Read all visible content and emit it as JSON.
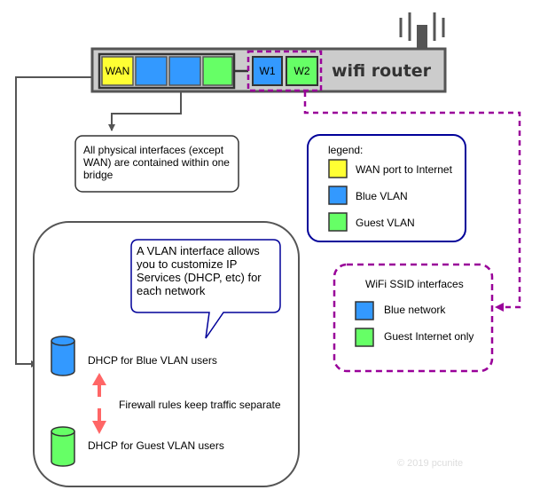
{
  "router": {
    "title": "wifi router",
    "wan_port_label": "WAN",
    "wifi_ports": [
      "W1",
      "W2"
    ]
  },
  "bridge_note": "All physical interfaces (except WAN) are contained within one bridge",
  "legend": {
    "title": "legend:",
    "items": [
      {
        "label": "WAN port to Internet",
        "color": "#ffff33"
      },
      {
        "label": "Blue VLAN",
        "color": "#3399ff"
      },
      {
        "label": "Guest VLAN",
        "color": "#66ff66"
      }
    ]
  },
  "wifi_box": {
    "title": "WiFi SSID interfaces",
    "items": [
      {
        "label": "Blue network",
        "color": "#3399ff"
      },
      {
        "label": "Guest Internet only",
        "color": "#66ff66"
      }
    ]
  },
  "vlan_callout": "A VLAN interface allows you to customize IP Services (DHCP, etc) for each network",
  "dhcp": [
    {
      "label": "DHCP for Blue VLAN users",
      "color": "#3399ff"
    },
    {
      "label": "DHCP for Guest VLAN users",
      "color": "#66ff66"
    }
  ],
  "firewall_note": "Firewall rules keep traffic separate",
  "copyright": "© 2019 pcunite",
  "colors": {
    "wan": "#ffff33",
    "blue": "#3399ff",
    "guest": "#66ff66",
    "wifi_dash": "#990099",
    "arrow_red": "#ff6666"
  }
}
